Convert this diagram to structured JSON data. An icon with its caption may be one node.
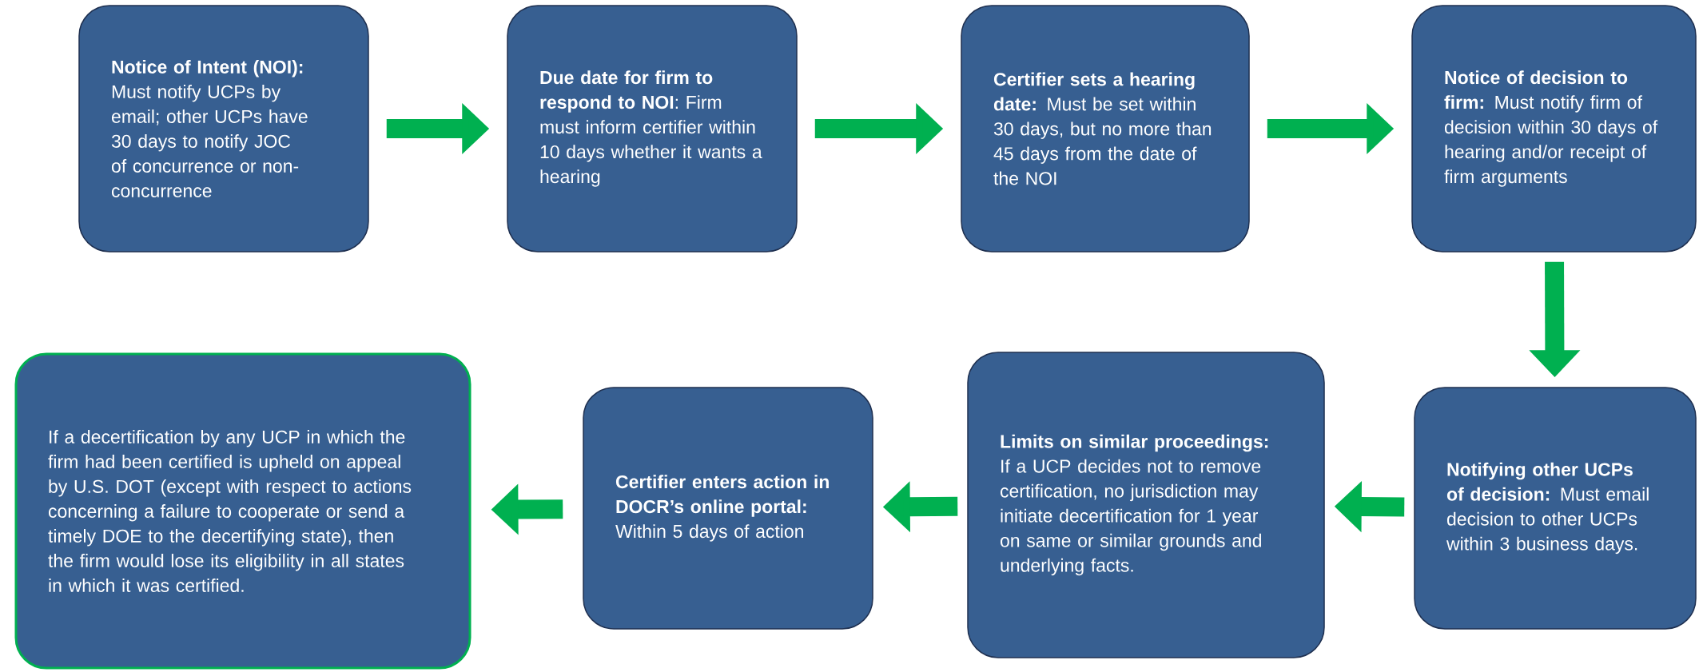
{
  "diagram": {
    "nodes": [
      {
        "text": [
          "**Notice of Intent (NOI):** Must notify UCPs by email; other UCPs have 30 days to notify JOC of concurrence or non-concurrence"
        ]
      },
      {
        "text": [
          "**Due date for firm to respond to NOI**: Firm must inform certifier within 10 days whether it wants a hearing"
        ]
      },
      {
        "text": [
          "**Certifier sets a hearing date:** Must be set within 30 days, but no more than 45 days from the date of the NOI"
        ]
      },
      {
        "text": [
          "**Notice of decision to firm:** Must notify firm of decision within 30 days of hearing and/or receipt of firm arguments"
        ]
      },
      {
        "text": [
          "**Notifying other UCPs of decision:** Must email decision to other UCPs within 3 business days."
        ]
      },
      {
        "text": [
          "**Limits on similar proceedings:** If a UCP decides not to remove certification, no jurisdiction may initiate decertification for 1 year on same or similar grounds and underlying facts."
        ]
      },
      {
        "text": [
          "**Certifier enters action in DOCR’s online portal:** Within 5 days of action"
        ]
      },
      {
        "text": [
          "If a decertification by any UCP in which the firm had been certified is upheld on appeal by U.S. DOT (except with respect to actions concerning a failure to cooperate or send a timely DOE to the decertifying state), then the firm would lose its eligibility in all states in which it was certified."
        ]
      }
    ],
    "edges": [
      {
        "from": 0,
        "to": 1,
        "arrow": "to"
      },
      {
        "from": 1,
        "to": 2,
        "arrow": "to"
      },
      {
        "from": 2,
        "to": 3,
        "arrow": "to"
      },
      {
        "from": 3,
        "to": 4,
        "arrow": "to"
      },
      {
        "from": 4,
        "to": 5,
        "arrow": "to"
      },
      {
        "from": 5,
        "to": 6,
        "arrow": "to"
      },
      {
        "from": 6,
        "to": 7,
        "arrow": "to"
      }
    ]
  }
}
